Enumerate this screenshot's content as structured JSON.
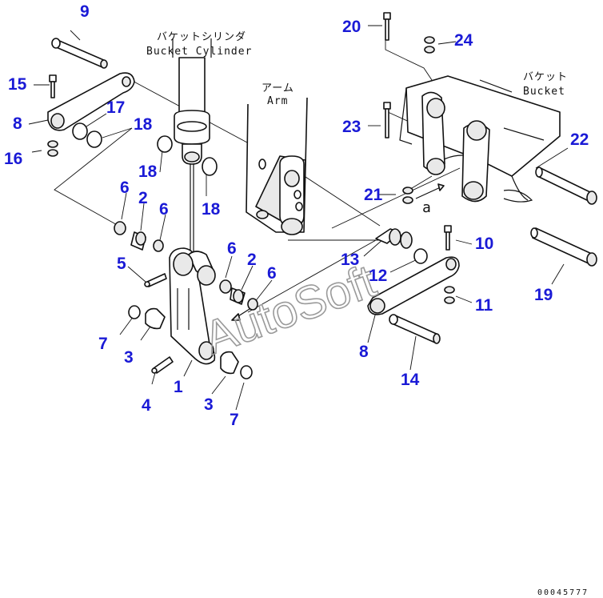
{
  "labels": {
    "bucket_cylinder_jp": "バケットシリンダ",
    "bucket_cylinder_en": "Bucket Cylinder",
    "arm_jp": "アーム",
    "arm_en": "Arm",
    "bucket_jp": "バケット",
    "bucket_en": "Bucket",
    "detail_a": "a"
  },
  "watermark": "AutoSoft",
  "drawing_code": "00045777",
  "callouts": [
    "9",
    "15",
    "8",
    "17",
    "18",
    "16",
    "18",
    "18",
    "6",
    "2",
    "6",
    "5",
    "6",
    "2",
    "6",
    "7",
    "3",
    "4",
    "1",
    "3",
    "7",
    "20",
    "24",
    "23",
    "21",
    "22",
    "19",
    "10",
    "11",
    "13",
    "12",
    "8",
    "14"
  ],
  "colors": {
    "callout": "#1a1ad6",
    "line": "#111111",
    "watermark": "#9a9a9a"
  }
}
